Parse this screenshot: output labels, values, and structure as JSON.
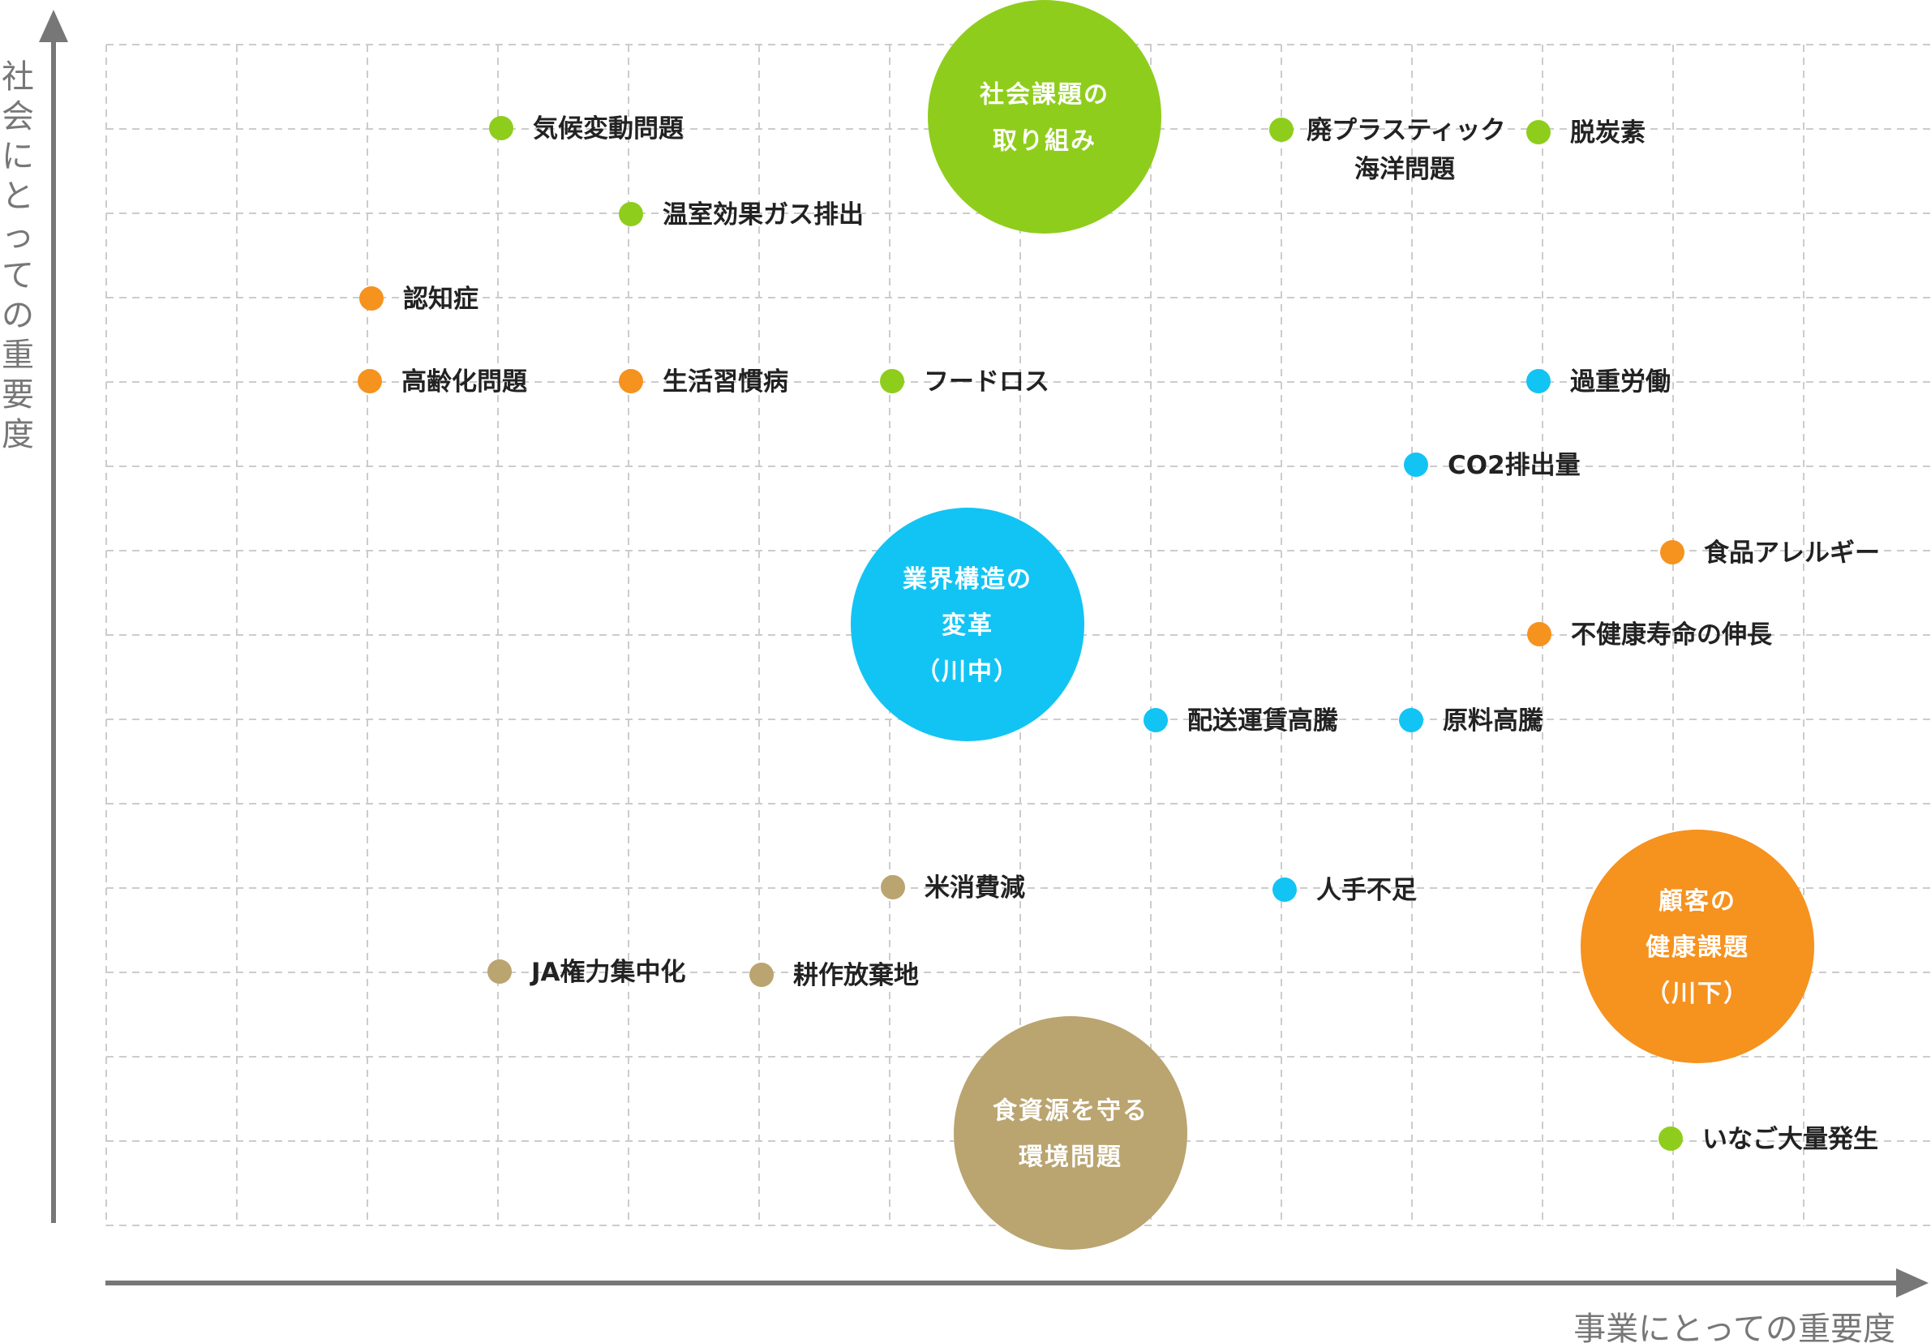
{
  "axes": {
    "x_label": "事業にとっての重要度",
    "y_label": "社会にとっての重要度"
  },
  "colors": {
    "green": "#8fcd1c",
    "orange": "#f6921e",
    "blue": "#12c4f4",
    "brown": "#baa470",
    "axis": "#777777",
    "grid": "#cccccc"
  },
  "categories": [
    {
      "id": "green",
      "lines": [
        "社会課題の",
        "取り組み"
      ]
    },
    {
      "id": "blue",
      "lines": [
        "業界構造の",
        "変革",
        "（川中）"
      ]
    },
    {
      "id": "orange",
      "lines": [
        "顧客の",
        "健康課題",
        "（川下）"
      ]
    },
    {
      "id": "brown",
      "lines": [
        "食資源を守る",
        "環境問題"
      ]
    }
  ],
  "items": [
    {
      "text": [
        "気候変動問題"
      ],
      "cat": "green"
    },
    {
      "text": [
        "温室効果ガス排出"
      ],
      "cat": "green"
    },
    {
      "text": [
        "廃プラスティック",
        "海洋問題"
      ],
      "cat": "green"
    },
    {
      "text": [
        "脱炭素"
      ],
      "cat": "green"
    },
    {
      "text": [
        "フードロス"
      ],
      "cat": "green"
    },
    {
      "text": [
        "いなご大量発生"
      ],
      "cat": "green"
    },
    {
      "text": [
        "認知症"
      ],
      "cat": "orange"
    },
    {
      "text": [
        "高齢化問題"
      ],
      "cat": "orange"
    },
    {
      "text": [
        "生活習慣病"
      ],
      "cat": "orange"
    },
    {
      "text": [
        "食品アレルギー"
      ],
      "cat": "orange"
    },
    {
      "text": [
        "不健康寿命の伸長"
      ],
      "cat": "orange"
    },
    {
      "text": [
        "過重労働"
      ],
      "cat": "blue"
    },
    {
      "text": [
        "CO2排出量"
      ],
      "cat": "blue"
    },
    {
      "text": [
        "配送運賃高騰"
      ],
      "cat": "blue"
    },
    {
      "text": [
        "原料高騰"
      ],
      "cat": "blue"
    },
    {
      "text": [
        "人手不足"
      ],
      "cat": "blue"
    },
    {
      "text": [
        "米消費減"
      ],
      "cat": "brown"
    },
    {
      "text": [
        "JA権力集中化"
      ],
      "cat": "brown"
    },
    {
      "text": [
        "耕作放棄地"
      ],
      "cat": "brown"
    }
  ]
}
